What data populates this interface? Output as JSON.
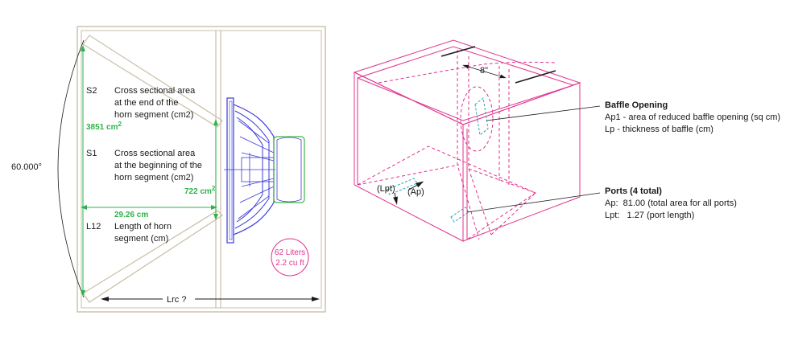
{
  "left_diagram": {
    "angle_label": "60.000°",
    "s2": {
      "symbol": "S2",
      "desc_lines": [
        "Cross sectional area",
        "at the end of the",
        "horn segment (cm2)"
      ],
      "value": "3851 cm",
      "sup": "2"
    },
    "s1": {
      "symbol": "S1",
      "desc_lines": [
        "Cross sectional area",
        "at the beginning of the",
        "horn segment (cm2)"
      ],
      "value": "722 cm",
      "sup": "2"
    },
    "l12": {
      "symbol": "L12",
      "desc_lines": [
        "Length of horn",
        "segment (cm)"
      ],
      "value": "29.26 cm"
    },
    "lrc_label": "Lrc ?",
    "volume_lines": [
      "62 Liters",
      "2.2 cu ft"
    ]
  },
  "right_diagram": {
    "dimension_label": "8\"",
    "ap_label": "(Ap)",
    "lpt_label": "(Lpt)",
    "baffle": {
      "title": "Baffle Opening",
      "lines": [
        "Ap1 - area of reduced baffle opening (sq cm)",
        "Lp - thickness of baffle (cm)"
      ]
    },
    "ports": {
      "title": "Ports (4 total)",
      "lines": [
        "Ap:  81.00 (total area for all ports)",
        "Lpt:   1.27 (port length)"
      ]
    }
  },
  "colors": {
    "box_outline": "#c9bfa8",
    "speaker": "#3b3bd8",
    "magnet": "#3fb54a",
    "dimension": "#2eb34a",
    "cabinet": "#e0338e",
    "port": "#2aa6b8"
  }
}
